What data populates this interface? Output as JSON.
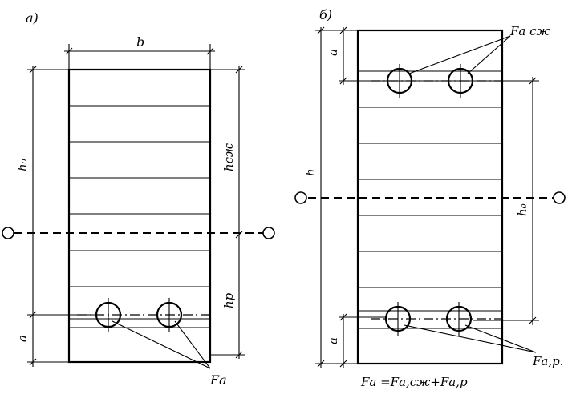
{
  "panel_a": {
    "tag": "а)",
    "width_label": "b",
    "h0_label": "h₀",
    "hcz_label": "hсж",
    "hp_label": "hр",
    "a_label": "a",
    "fa_label": "Fа"
  },
  "panel_b": {
    "tag": "б)",
    "fa_cz_label": "Fа сж",
    "a_top_label": "a",
    "h_label": "h",
    "h0_label": "h₀",
    "a_bottom_label": "a",
    "fa_p_label": "Fа,р.",
    "formula": "Fа =Fа,сж+Fа,р"
  }
}
